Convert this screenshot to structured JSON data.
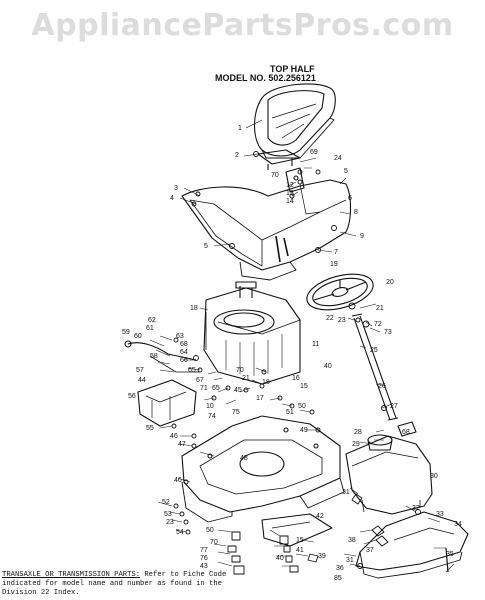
{
  "watermark": "AppliancePartsPros.com",
  "header": {
    "title": "TOP HALF",
    "model": "MODEL NO. 502.256121"
  },
  "footer": {
    "line1a": "TRANSAXLE OR TRANSMISSION PARTS:",
    "line1b": " Refer to Fiche Code",
    "line2": "indicated for model name and number as found in the",
    "line3": "Division 22 Index.",
    "page_code": "85"
  },
  "labels": {
    "l1": "1",
    "l2": "2",
    "l3": "3",
    "l4": "4",
    "l5": "5",
    "l5b": "5",
    "l6": "6",
    "l7": "7",
    "l8": "8",
    "l9": "9",
    "l10": "10",
    "l11": "11",
    "l12": "12",
    "l13": "13",
    "l14": "14",
    "l15": "15",
    "l16": "16",
    "l17": "17",
    "l18": "18",
    "l18b": "18",
    "l19": "19",
    "l20": "20",
    "l21": "21",
    "l21b": "21",
    "l22": "22",
    "l23": "23",
    "l24": "24",
    "l25": "25",
    "l26": "26",
    "l27": "27",
    "l28": "28",
    "l29": "29",
    "l30": "30",
    "l31": "31",
    "l31b": "31",
    "l32": "32",
    "l33": "33",
    "l34": "34",
    "l35": "35",
    "l36": "36",
    "l37": "37",
    "l38": "38",
    "l39": "39",
    "l40": "40",
    "l40b": "40",
    "l41": "41",
    "l42": "42",
    "l43": "43",
    "l44": "44",
    "l45": "45",
    "l46": "46",
    "l47": "47",
    "l48": "48",
    "l49": "49",
    "l50": "50",
    "l50b": "50",
    "l51": "51",
    "l52": "52",
    "l53": "53",
    "l54": "54",
    "l55": "55",
    "l56": "56",
    "l57": "57",
    "l58": "58",
    "l59": "59",
    "l60": "60",
    "l61": "61",
    "l62": "62",
    "l63": "63",
    "l64": "64",
    "l65": "65",
    "l66": "66",
    "l67": "67",
    "l68": "68",
    "l68b": "68",
    "l69": "69",
    "l70": "70",
    "l70b": "70",
    "l71": "71",
    "l72": "72",
    "l73": "73",
    "l74": "74",
    "l75": "75",
    "l76": "76",
    "l77": "77"
  }
}
